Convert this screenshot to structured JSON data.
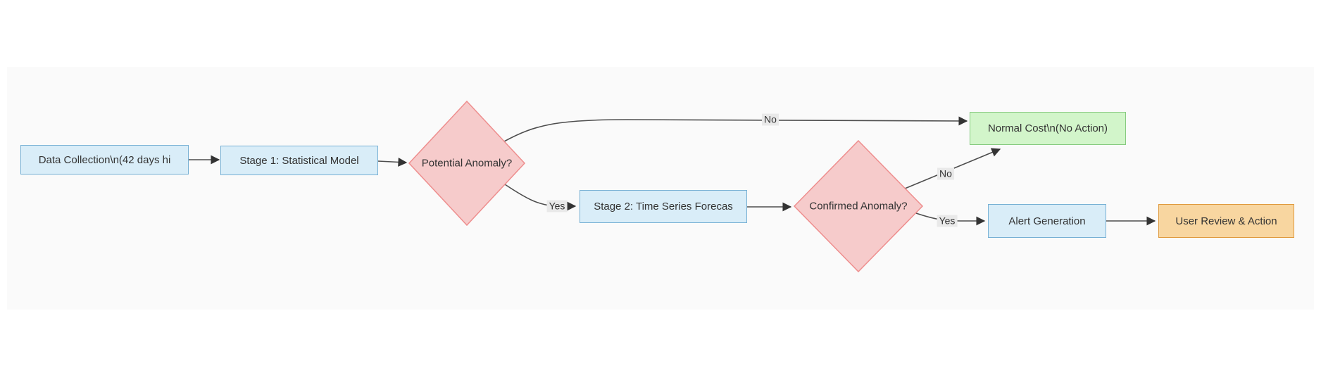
{
  "diagram": {
    "title": "Two-stage cost anomaly detection flowchart",
    "nodes": {
      "data_collection": {
        "label": "Data Collection\\n(42 days hi",
        "type": "process"
      },
      "stage1": {
        "label": "Stage 1: Statistical Model",
        "type": "process"
      },
      "potential_anomaly": {
        "label": "Potential Anomaly?",
        "type": "decision"
      },
      "stage2": {
        "label": "Stage 2: Time Series Forecas",
        "type": "process"
      },
      "confirmed_anomaly": {
        "label": "Confirmed Anomaly?",
        "type": "decision"
      },
      "normal_cost": {
        "label": "Normal Cost\\n(No Action)",
        "type": "success"
      },
      "alert_generation": {
        "label": "Alert Generation",
        "type": "process"
      },
      "user_review": {
        "label": "User Review & Action",
        "type": "action"
      }
    },
    "edge_labels": {
      "potential_no": "No",
      "potential_yes": "Yes",
      "confirmed_no": "No",
      "confirmed_yes": "Yes"
    },
    "colors": {
      "process_fill": "#d9edf8",
      "process_stroke": "#76b0d4",
      "decision_fill": "#f6cbcb",
      "decision_stroke": "#ee8e8e",
      "success_fill": "#d2f5ca",
      "success_stroke": "#86ca7f",
      "action_fill": "#f8d6a0",
      "action_stroke": "#df993d",
      "edge": "#4d4d4d",
      "text": "#333333",
      "label_bg": "#e9e9e9",
      "canvas_bg": "#fafafa"
    }
  }
}
